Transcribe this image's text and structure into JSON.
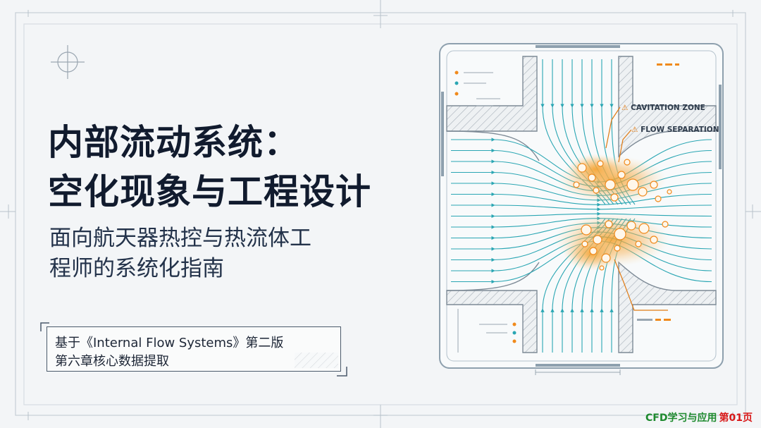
{
  "title": {
    "line1": "内部流动系统：",
    "line2": "空化现象与工程设计"
  },
  "subtitle": {
    "line1": "面向航天器热控与热流体工",
    "line2": "程师的系统化指南"
  },
  "source_note": {
    "line1": "基于《Internal Flow Systems》第二版",
    "line2": "第六章核心数据提取"
  },
  "diagram": {
    "labels": {
      "cavitation": "CAVITATION ZONE",
      "separation": "FLOW SEPARATION"
    },
    "warning_symbol": "⚠",
    "colors": {
      "streamline": "#2aa6b3",
      "cavitation": "#f08a1c",
      "wall_hatch": "#9aa4ad",
      "panel_border": "#8ea0ae"
    },
    "icons": [
      "warning-icon",
      "crosshair-icon"
    ]
  },
  "footer": {
    "brand": "CFD学习与应用",
    "page": "第01页"
  }
}
